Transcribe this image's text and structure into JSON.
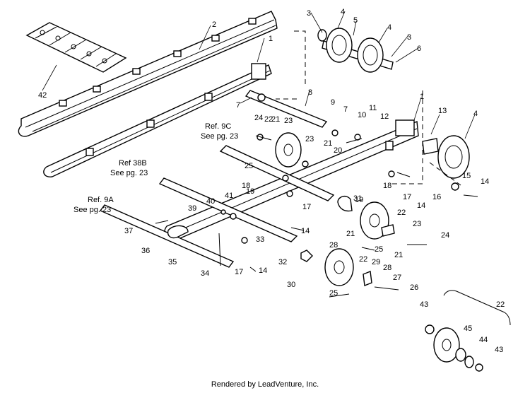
{
  "diagram": {
    "callouts": [
      "1",
      "1",
      "2",
      "3",
      "3",
      "4",
      "4",
      "4",
      "5",
      "6",
      "7",
      "7",
      "8",
      "9",
      "10",
      "11",
      "12",
      "13",
      "14",
      "14",
      "14",
      "14",
      "15",
      "16",
      "17",
      "17",
      "17",
      "18",
      "18",
      "19",
      "19",
      "20",
      "21",
      "21",
      "21",
      "21",
      "22",
      "22",
      "22",
      "22",
      "23",
      "23",
      "23",
      "24",
      "24",
      "25",
      "25",
      "25",
      "26",
      "27",
      "28",
      "28",
      "29",
      "30",
      "31",
      "32",
      "33",
      "34",
      "35",
      "36",
      "37",
      "39",
      "40",
      "41",
      "42",
      "43",
      "43",
      "44",
      "45"
    ],
    "references": [
      {
        "line1": "Ref. 9C",
        "line2": "See pg. 23"
      },
      {
        "line1": "Ref 38B",
        "line2": "See pg. 23"
      },
      {
        "line1": "Ref. 9A",
        "line2": "See pg. 23"
      }
    ]
  },
  "footer": {
    "text": "Rendered by LeadVenture, Inc."
  }
}
